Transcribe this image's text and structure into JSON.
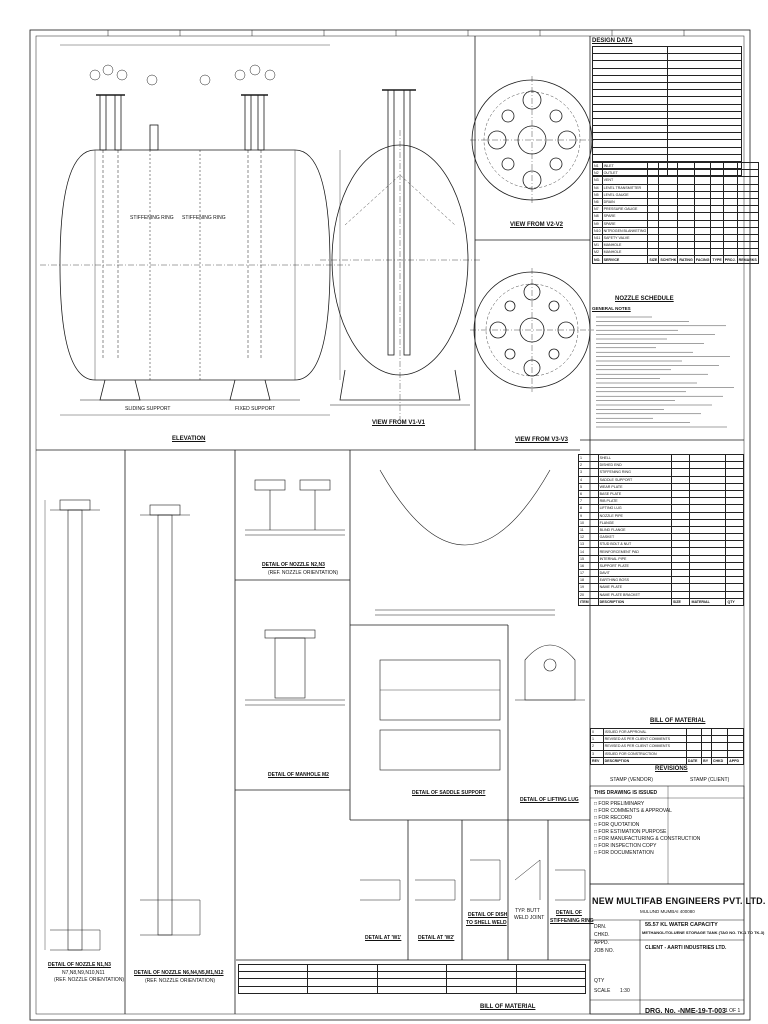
{
  "title_block": {
    "company": "NEW MULTIFAB ENGINEERS PVT. LTD.",
    "address": "MULUND MUMBAI 400080",
    "title_line1": "55.57 KL WATER CAPACITY",
    "title_line2": "METHANOL/TOLUENE STORAGE TANK (TAG NO. TK-1 TO TK-3)",
    "client": "CLIENT - AARTI INDUSTRIES LTD.",
    "drg_no_label": "DRG. No. -",
    "drg_no": "NME-19-T-003",
    "sheet": "1 OF 1",
    "qty_label": "QTY",
    "scale_label": "SCALE",
    "scale": "1:30"
  },
  "captions": {
    "elevation": "ELEVATION",
    "view_v1": "VIEW FROM V1-V1",
    "view_v2": "VIEW FROM V2-V2",
    "view_v3": "VIEW FROM V3-V3",
    "nozzle_schedule": "NOZZLE SCHEDULE",
    "bill_of_material": "BILL OF MATERIAL",
    "bill_of_material_2": "BILL OF MATERIAL",
    "revisions": "REVISIONS",
    "detail_nozzle_n1": "DETAIL OF NOZZLE N1,N3",
    "detail_nozzle_n1_b": "N7,N8,N9,N10,N11",
    "detail_nozzle_n1_c": "(REF. NOZZLE ORIENTATION)",
    "detail_nozzle_n6": "DETAIL OF NOZZLE N6,N4,N5,M1,N12",
    "detail_nozzle_n6_b": "(REF. NOZZLE ORIENTATION)",
    "detail_nozzle_n2": "DETAIL OF NOZZLE N2,N3",
    "detail_nozzle_n2_b": "(REF. NOZZLE ORIENTATION)",
    "detail_manhole": "DETAIL OF MANHOLE M2",
    "detail_saddle": "DETAIL OF SADDLE SUPPORT",
    "detail_lifting": "DETAIL OF LIFTING LUG",
    "detail_w1": "DETAIL AT 'W1'",
    "detail_w2": "DETAIL AT 'W2'",
    "detail_dish": "DETAIL OF DISH",
    "detail_dish_b": "TO SHELL WELD",
    "detail_stiff": "DETAIL OF",
    "detail_stiff_b": "STIFFENING RING",
    "typ_butt": "TYP. BUTT",
    "typ_butt_b": "WELD JOINT",
    "sliding_support": "SLIDING SUPPORT",
    "fixed_support": "FIXED SUPPORT",
    "stiff_ring_1": "STIFFENING RING",
    "stiff_ring_2": "STIFFENING RING",
    "design_data": "DESIGN DATA",
    "general_notes": "GENERAL NOTES"
  },
  "nozzle_schedule": {
    "headers": [
      "NO.",
      "SERVICE",
      "SIZE",
      "SCH/THK",
      "RATING",
      "FACING",
      "TYPE",
      "PROJ.",
      "REMARKS"
    ],
    "rows": [
      [
        "N1",
        "INLET",
        "",
        "",
        "",
        "",
        "",
        "",
        ""
      ],
      [
        "N2",
        "OUTLET",
        "",
        "",
        "",
        "",
        "",
        "",
        ""
      ],
      [
        "N3",
        "VENT",
        "",
        "",
        "",
        "",
        "",
        "",
        ""
      ],
      [
        "N4",
        "LEVEL TRANSMITTER",
        "",
        "",
        "",
        "",
        "",
        "",
        ""
      ],
      [
        "N5",
        "LEVEL GAUGE",
        "",
        "",
        "",
        "",
        "",
        "",
        ""
      ],
      [
        "N6",
        "DRAIN",
        "",
        "",
        "",
        "",
        "",
        "",
        ""
      ],
      [
        "N7",
        "PRESSURE GAUGE",
        "",
        "",
        "",
        "",
        "",
        "",
        ""
      ],
      [
        "N8",
        "SPARE",
        "",
        "",
        "",
        "",
        "",
        "",
        ""
      ],
      [
        "N9",
        "SPARE",
        "",
        "",
        "",
        "",
        "",
        "",
        ""
      ],
      [
        "N10",
        "NITROGEN BLANKETING",
        "",
        "",
        "",
        "",
        "",
        "",
        ""
      ],
      [
        "N11",
        "SAFETY VALVE",
        "",
        "",
        "",
        "",
        "",
        "",
        ""
      ],
      [
        "M1",
        "MANHOLE",
        "",
        "",
        "",
        "",
        "",
        "",
        ""
      ],
      [
        "M2",
        "MANHOLE",
        "",
        "",
        "",
        "",
        "",
        "",
        ""
      ]
    ]
  },
  "bom": {
    "headers": [
      "ITEM",
      "DESCRIPTION",
      "SIZE",
      "MATERIAL",
      "QTY"
    ],
    "rows": [
      [
        "1",
        "SHELL",
        "",
        "",
        ""
      ],
      [
        "2",
        "DISHED END",
        "",
        "",
        ""
      ],
      [
        "3",
        "STIFFENING RING",
        "",
        "",
        ""
      ],
      [
        "4",
        "SADDLE SUPPORT",
        "",
        "",
        ""
      ],
      [
        "5",
        "WEAR PLATE",
        "",
        "",
        ""
      ],
      [
        "6",
        "BASE PLATE",
        "",
        "",
        ""
      ],
      [
        "7",
        "RIB PLATE",
        "",
        "",
        ""
      ],
      [
        "8",
        "LIFTING LUG",
        "",
        "",
        ""
      ],
      [
        "9",
        "NOZZLE PIPE",
        "",
        "",
        ""
      ],
      [
        "10",
        "FLANGE",
        "",
        "",
        ""
      ],
      [
        "11",
        "BLIND FLANGE",
        "",
        "",
        ""
      ],
      [
        "12",
        "GASKET",
        "",
        "",
        ""
      ],
      [
        "13",
        "STUD BOLT & NUT",
        "",
        "",
        ""
      ],
      [
        "14",
        "REINFORCEMENT PAD",
        "",
        "",
        ""
      ],
      [
        "15",
        "INTERNAL PIPE",
        "",
        "",
        ""
      ],
      [
        "16",
        "SUPPORT PLATE",
        "",
        "",
        ""
      ],
      [
        "17",
        "DAVIT",
        "",
        "",
        ""
      ],
      [
        "18",
        "EARTHING BOSS",
        "",
        "",
        ""
      ],
      [
        "19",
        "NAME PLATE",
        "",
        "",
        ""
      ],
      [
        "20",
        "NAME PLATE BRACKET",
        "",
        "",
        ""
      ]
    ]
  },
  "revisions": {
    "headers": [
      "REV",
      "DESCRIPTION",
      "DATE",
      "BY",
      "CHKD",
      "APPD"
    ],
    "rows": [
      [
        "0",
        "ISSUED FOR APPROVAL",
        "",
        "",
        "",
        ""
      ],
      [
        "1",
        "REVISED AS PER CLIENT COMMENTS",
        "",
        "",
        "",
        ""
      ],
      [
        "2",
        "REVISED AS PER CLIENT COMMENTS",
        "",
        "",
        "",
        ""
      ],
      [
        "3",
        "ISSUED FOR CONSTRUCTION",
        "",
        "",
        "",
        ""
      ]
    ]
  },
  "issue_checklist": [
    "FOR PRELIMINARY",
    "FOR COMMENTS & APPROVAL",
    "FOR RECORD",
    "FOR QUOTATION",
    "FOR ESTIMATION PURPOSE",
    "FOR MANUFACTURING & CONSTRUCTION",
    "FOR INSPECTION COPY",
    "FOR DOCUMENTATION"
  ],
  "issue_title": "THIS DRAWING IS ISSUED",
  "stamp_vendor": "STAMP (VENDOR)",
  "stamp_client": "STAMP (CLIENT)",
  "signatures": {
    "drawn": "DRN.",
    "checked": "CHKD.",
    "approved": "APPD.",
    "job_no": "JOB NO."
  },
  "colors": {
    "line": "#1a1a1a",
    "paper": "#ffffff"
  }
}
